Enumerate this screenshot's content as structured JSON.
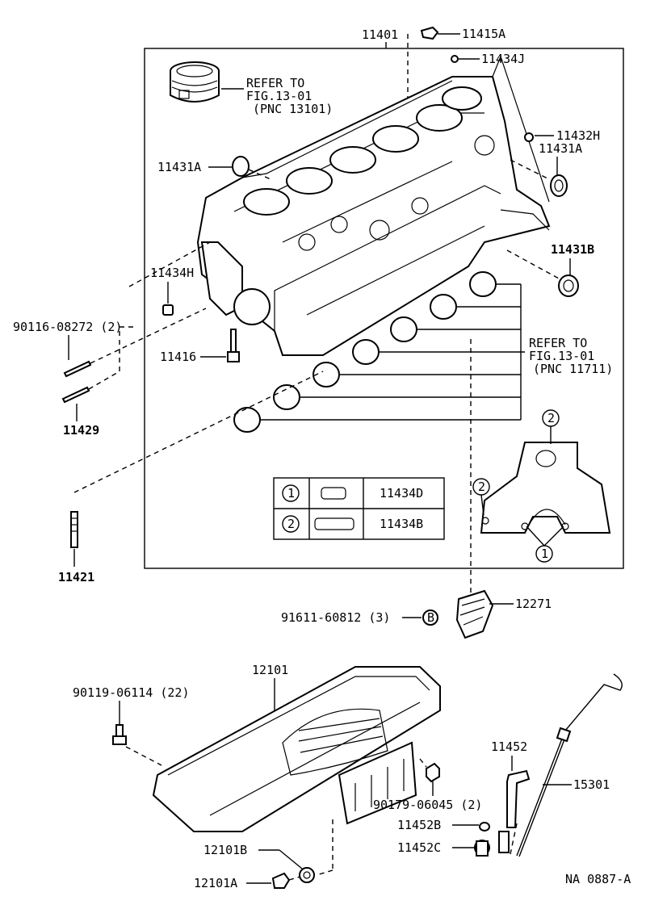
{
  "diagram_id": "NA 0887-A",
  "main_callout": "11401",
  "refer_notes": [
    {
      "line1": "REFER TO",
      "line2": "FIG.13-01",
      "line3": "(PNC 13101)"
    },
    {
      "line1": "REFER TO",
      "line2": "FIG.13-01",
      "line3": "(PNC 11711)"
    }
  ],
  "callouts": {
    "c11415A": "11415A",
    "c11434J": "11434J",
    "c11432H": "11432H",
    "c11431A_right": "11431A",
    "c11431A_left": "11431A",
    "c11431B": "11431B",
    "c11434H": "11434H",
    "c90116": "90116-08272 (2)",
    "c11416": "11416",
    "c11429": "11429",
    "c11421": "11421",
    "c91611": "91611-60812 (3)",
    "c12271": "12271",
    "c12101": "12101",
    "c90119": "90119-06114 (22)",
    "c11452": "11452",
    "c15301": "15301",
    "c90179": "90179-06045 (2)",
    "c11452B": "11452B",
    "c11452C": "11452C",
    "c12101B": "12101B",
    "c12101A": "12101A",
    "bolt_letter": "B"
  },
  "legend": [
    {
      "num": "1",
      "part": "11434D"
    },
    {
      "num": "2",
      "part": "11434B"
    }
  ],
  "inset_markers": {
    "top": "2",
    "left": "2",
    "bottom": "1"
  }
}
